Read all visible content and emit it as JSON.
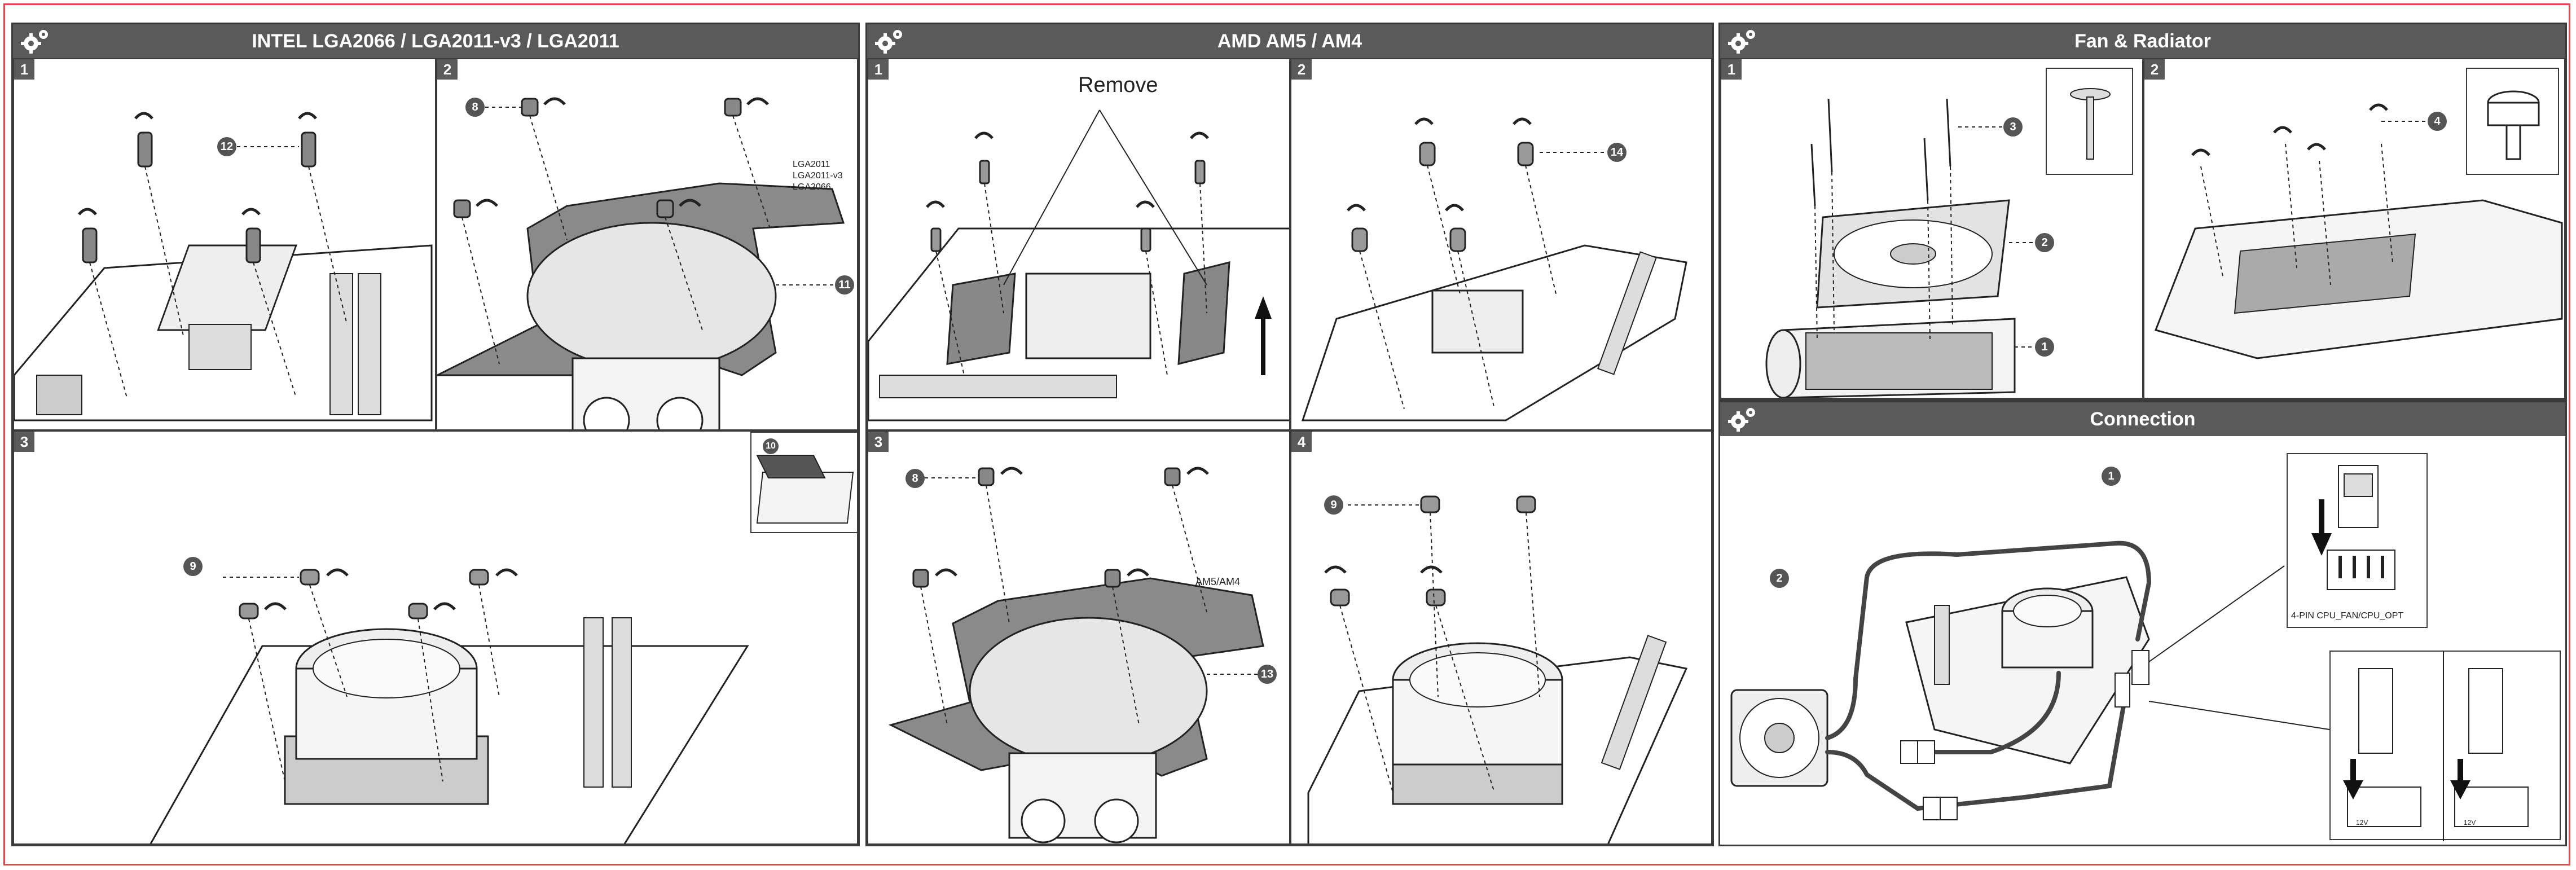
{
  "sections": {
    "intel": {
      "title": "INTEL    LGA2066 / LGA2011-v3 / LGA2011"
    },
    "amd": {
      "title": "AMD    AM5 / AM4"
    },
    "fan": {
      "title": "Fan & Radiator"
    },
    "connection": {
      "title": "Connection"
    }
  },
  "panel_numbers": {
    "intel": [
      "1",
      "2",
      "3"
    ],
    "amd": [
      "1",
      "2",
      "3",
      "4"
    ],
    "fan": [
      "1",
      "2"
    ]
  },
  "callouts": {
    "c1": "1",
    "c2": "2",
    "c3": "3",
    "c4": "4",
    "c8": "8",
    "c9": "9",
    "c10": "10",
    "c11": "11",
    "c12": "12",
    "c13": "13",
    "c14": "14"
  },
  "labels": {
    "lga2011": "LGA2011",
    "lga2011v3": "LGA2011-v3",
    "lga2066": "LGA2066",
    "remove": "Remove",
    "am5am4": "AM5/AM4",
    "header_4pin": "4-PIN CPU_FAN/CPU_OPT",
    "pin12v": "12V"
  },
  "colors": {
    "frame": "#e0474c",
    "header_bg": "#5a5a5a",
    "line": "#2a2a2a",
    "bracket": "#8a8a8a"
  }
}
